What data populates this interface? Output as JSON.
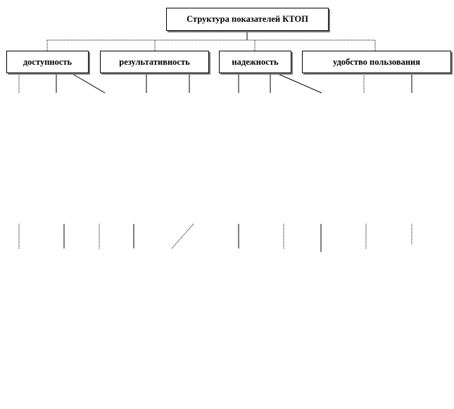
{
  "diagram": {
    "root": {
      "label": "Структура показателей КТОП"
    },
    "categories": [
      {
        "label": "доступность"
      },
      {
        "label": "результативность"
      },
      {
        "label": "надежность"
      },
      {
        "label": "удобство пользования"
      }
    ]
  }
}
